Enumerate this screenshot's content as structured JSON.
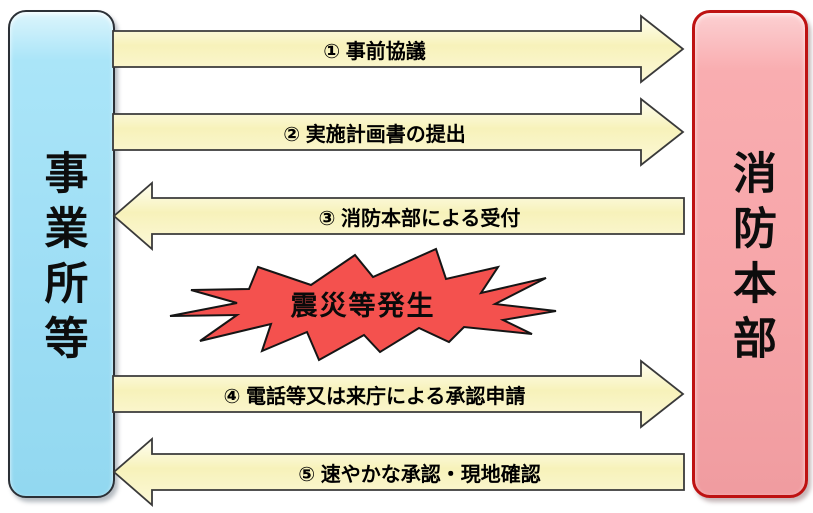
{
  "entities": {
    "left": {
      "label": "事業所等"
    },
    "right": {
      "label": "消防本部"
    }
  },
  "steps": [
    {
      "label": "① 事前協議",
      "direction": "right",
      "from": "事業所等",
      "to": "消防本部"
    },
    {
      "label": "② 実施計画書の提出",
      "direction": "right",
      "from": "事業所等",
      "to": "消防本部"
    },
    {
      "label": "③ 消防本部による受付",
      "direction": "left",
      "from": "消防本部",
      "to": "事業所等"
    },
    {
      "label": "④ 電話等又は来庁による承認申請",
      "direction": "right",
      "from": "事業所等",
      "to": "消防本部"
    },
    {
      "label": "⑤ 速やかな承認・現地確認",
      "direction": "left",
      "from": "消防本部",
      "to": "事業所等"
    }
  ],
  "event": {
    "label": "震災等発生"
  },
  "colors": {
    "left_box_fill": "#9EDEF5",
    "left_box_border": "#2B3036",
    "right_box_fill": "#F7A6A9",
    "right_box_border": "#BE1212",
    "arrow_fill": "#F8F3BE",
    "arrow_border": "#3A3A3A",
    "burst_fill": "#F4514E",
    "burst_border": "#151515"
  }
}
